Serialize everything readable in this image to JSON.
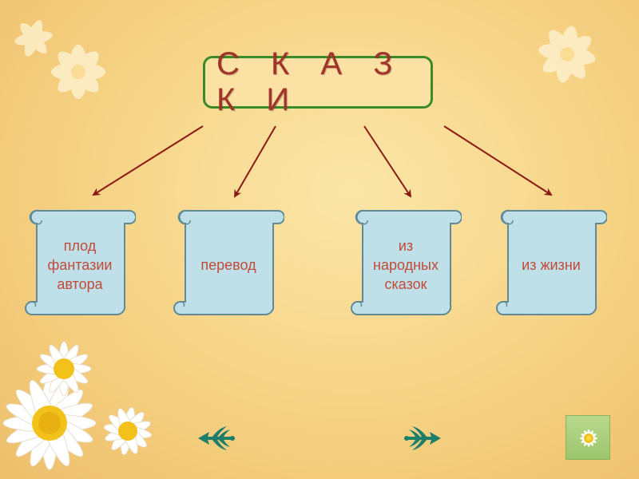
{
  "title": "С К А З К И",
  "branches": [
    {
      "label": "плод\nфантазии\nавтора"
    },
    {
      "label": "перевод"
    },
    {
      "label": "из\nнародных\nсказок"
    },
    {
      "label": "из жизни"
    }
  ],
  "icons": {
    "prev": "ornamental-arrow-left-icon",
    "next": "ornamental-arrow-right-icon",
    "home": "daisy-icon"
  },
  "colors": {
    "title_text": "#a0342a",
    "title_border": "#3a8a2a",
    "arrow": "#8b1a14",
    "scroll_fill": "#bfe0e8",
    "label_text": "#c04a3a",
    "nav_green": "#1d7f6a"
  }
}
